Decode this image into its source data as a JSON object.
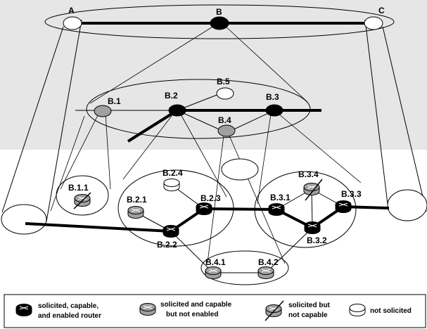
{
  "nodes": {
    "a": "A",
    "b": "B",
    "c": "C",
    "b1": "B.1",
    "b2": "B.2",
    "b3": "B.3",
    "b4": "B.4",
    "b5": "B.5",
    "b11": "B.1.1",
    "b21": "B.2.1",
    "b22": "B.2.2",
    "b23": "B.2.3",
    "b24": "B.2.4",
    "b31": "B.3.1",
    "b32": "B.3.2",
    "b33": "B.3.3",
    "b34": "B.3.4",
    "b41": "B.4.1",
    "b42": "B.4.2"
  },
  "legend": {
    "enabled": {
      "line1": "solicited, capable,",
      "line2": "and enabled router",
      "icon": "router-enabled-icon"
    },
    "capable": {
      "line1": "solicited and capable",
      "line2": "but not enabled",
      "icon": "router-capable-icon"
    },
    "not_capable": {
      "line1": "solicited but",
      "line2": "not capable",
      "icon": "router-not-capable-icon"
    },
    "not_solicited": {
      "line1": "not  solicited",
      "icon": "router-not-solicited-icon"
    }
  },
  "colors": {
    "enabled": "#000000",
    "capable": "#a0a0a0",
    "not_solicited": "#ffffff",
    "band": "#e6e6e6"
  }
}
